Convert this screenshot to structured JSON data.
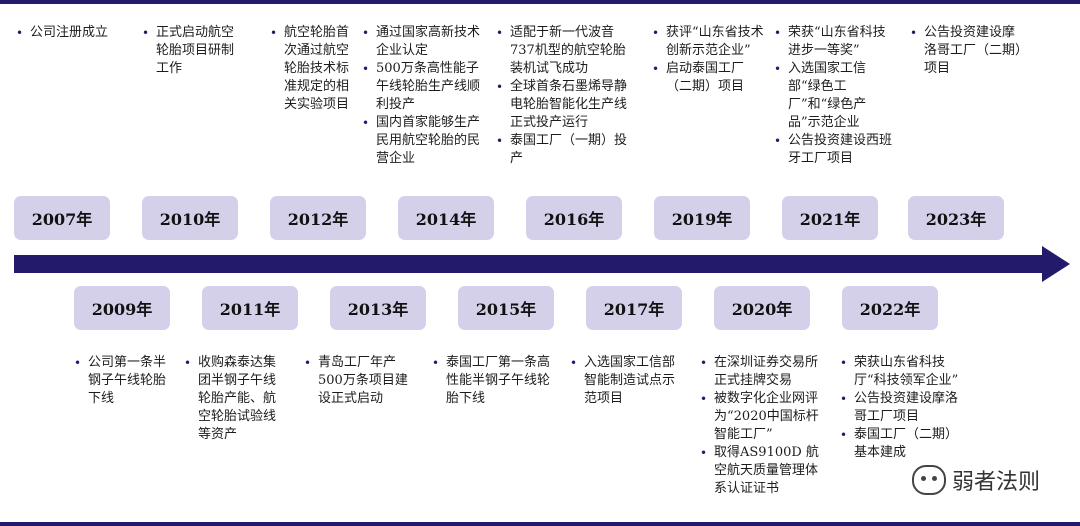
{
  "watermark": "弱者法则",
  "top_events": [
    {
      "year": "2007年",
      "notes": [
        "公司注册成立"
      ]
    },
    {
      "year": "2010年",
      "notes": [
        "正式启动航空轮胎项目研制工作"
      ]
    },
    {
      "year": "2012年",
      "notes": [
        "航空轮胎首次通过航空轮胎技术标准规定的相关实验项目"
      ]
    },
    {
      "year": "2014年",
      "notes": [
        "通过国家高新技术企业认定",
        "500万条高性能子午线轮胎生产线顺利投产",
        "国内首家能够生产民用航空轮胎的民营企业"
      ]
    },
    {
      "year": "2016年",
      "notes": [
        "适配于新一代波音737机型的航空轮胎装机试飞成功",
        "全球首条石墨烯导静电轮胎智能化生产线正式投产运行",
        "泰国工厂（一期）投产"
      ]
    },
    {
      "year": "2019年",
      "notes": [
        "获评“山东省技术创新示范企业”",
        "启动泰国工厂（二期）项目"
      ]
    },
    {
      "year": "2021年",
      "notes": [
        "荣获“山东省科技进步一等奖”",
        "入选国家工信部“绿色工厂”和“绿色产品”示范企业",
        "公告投资建设西班牙工厂项目"
      ]
    },
    {
      "year": "2023年",
      "notes": [
        "公告投资建设摩洛哥工厂（二期）项目"
      ]
    }
  ],
  "bottom_events": [
    {
      "year": "2009年",
      "notes": [
        "公司第一条半钢子午线轮胎下线"
      ]
    },
    {
      "year": "2011年",
      "notes": [
        "收购森泰达集团半钢子午线轮胎产能、航空轮胎试验线等资产"
      ]
    },
    {
      "year": "2013年",
      "notes": [
        "青岛工厂年产500万条项目建设正式启动"
      ]
    },
    {
      "year": "2015年",
      "notes": [
        "泰国工厂第一条高性能半钢子午线轮胎下线"
      ]
    },
    {
      "year": "2017年",
      "notes": [
        "入选国家工信部智能制造试点示范项目"
      ]
    },
    {
      "year": "2020年",
      "notes": [
        "在深圳证券交易所正式挂牌交易",
        "被数字化企业网评为“2020中国标杆智能工厂”",
        "取得AS9100D 航空航天质量管理体系认证证书"
      ]
    },
    {
      "year": "2022年",
      "notes": [
        "荣获山东省科技厅“科技领军企业”",
        "公告投资建设摩洛哥工厂项目",
        "泰国工厂（二期）基本建成"
      ]
    }
  ]
}
